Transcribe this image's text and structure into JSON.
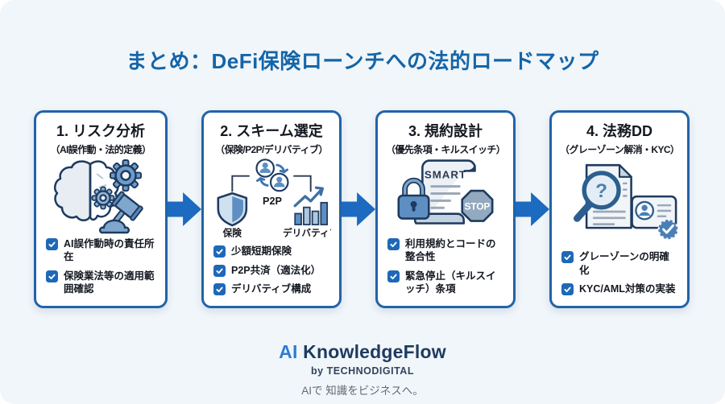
{
  "title": "まとめ：DeFi保険ローンチへの法的ロードマップ",
  "steps": [
    {
      "title": "1. リスク分析",
      "subtitle": "（AI誤作動・法的定義）",
      "icon": "brain-gears-gavel",
      "items": [
        "AI誤作動時の責任所在",
        "保険業法等の適用範囲確認"
      ]
    },
    {
      "title": "2. スキーム選定",
      "subtitle": "（保険/P2P/デリバティブ）",
      "icon": "shield-p2p-chart",
      "icon_labels": {
        "shield": "保険",
        "p2p": "P2P",
        "chart": "デリバティブ"
      },
      "items": [
        "少額短期保険",
        "P2P共済（適法化）",
        "デリバティブ構成"
      ]
    },
    {
      "title": "3. 規約設計",
      "subtitle": "（優先条項・キルスイッチ）",
      "icon": "smart-contract-lock-stop",
      "icon_labels": {
        "scroll": "SMART",
        "stop": "STOP"
      },
      "items": [
        "利用規約とコードの整合性",
        "緊急停止（キルスイッチ）条項"
      ]
    },
    {
      "title": "4. 法務DD",
      "subtitle": "（グレーゾーン解消・KYC）",
      "icon": "magnifier-document-idcard",
      "items": [
        "グレーゾーンの明確化",
        "KYC/AML対策の実装"
      ]
    }
  ],
  "footer": {
    "brand_ai": "AI",
    "brand_rest": " KnowledgeFlow",
    "byline": "by TECHNODIGITAL",
    "tagline": "AIで 知識をビジネスへ。"
  },
  "colors": {
    "background": "#F1F6FA",
    "title_blue": "#1565A8",
    "card_border": "#2263A8",
    "arrow_blue": "#1C6BC0",
    "checkbox_blue": "#1E68B8",
    "icon_stroke_navy": "#1E3A5F",
    "icon_mid_blue": "#5E8FC2",
    "icon_light_blue": "#D9E6F2"
  }
}
